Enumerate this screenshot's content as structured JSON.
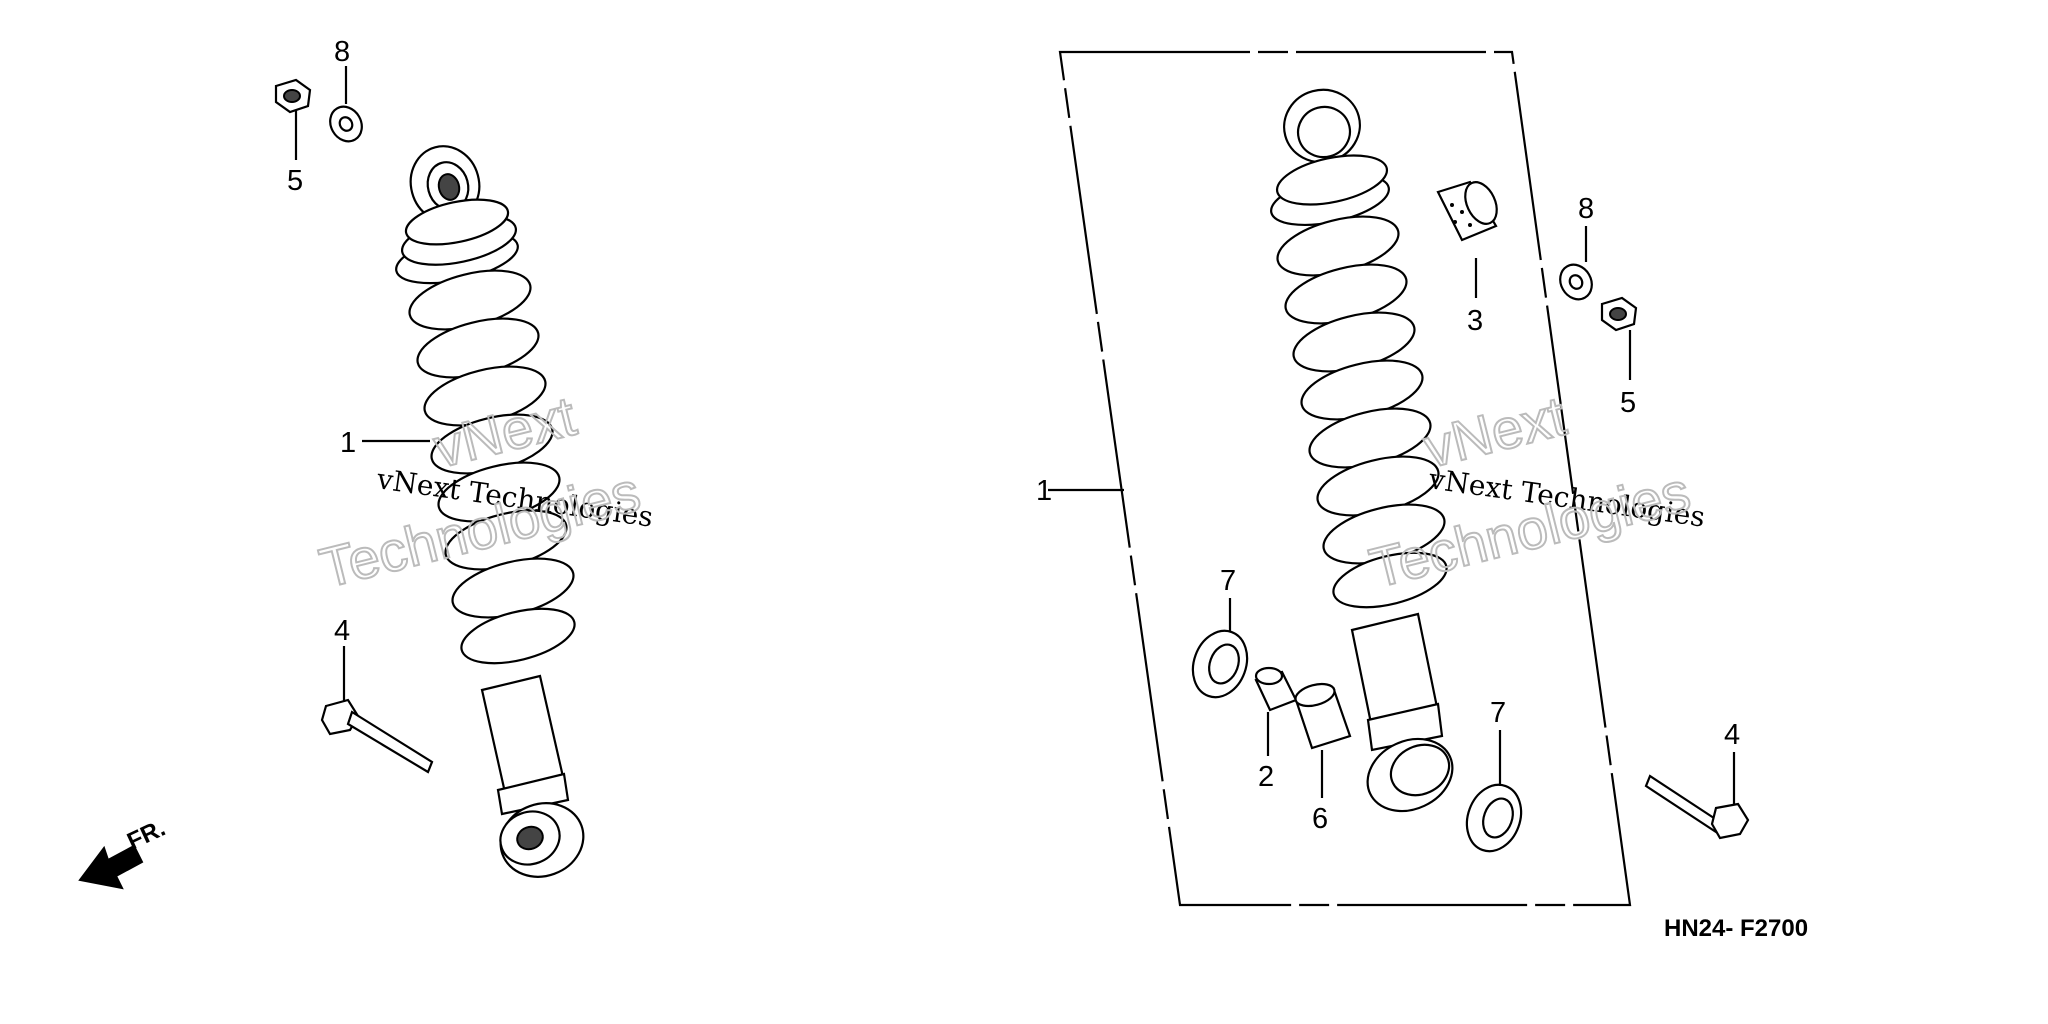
{
  "diagram_code": "HN24- F2700",
  "direction_label": "FR.",
  "watermark": {
    "line1": "vNext Technologies",
    "big_top": "vNext",
    "big_bottom": "Technologies"
  },
  "left_callouts": {
    "c8": "8",
    "c5": "5",
    "c1": "1",
    "c4": "4"
  },
  "right_callouts": {
    "c1": "1",
    "c8": "8",
    "c3": "3",
    "c5": "5",
    "c7a": "7",
    "c2": "2",
    "c6": "6",
    "c7b": "7",
    "c4": "4"
  }
}
